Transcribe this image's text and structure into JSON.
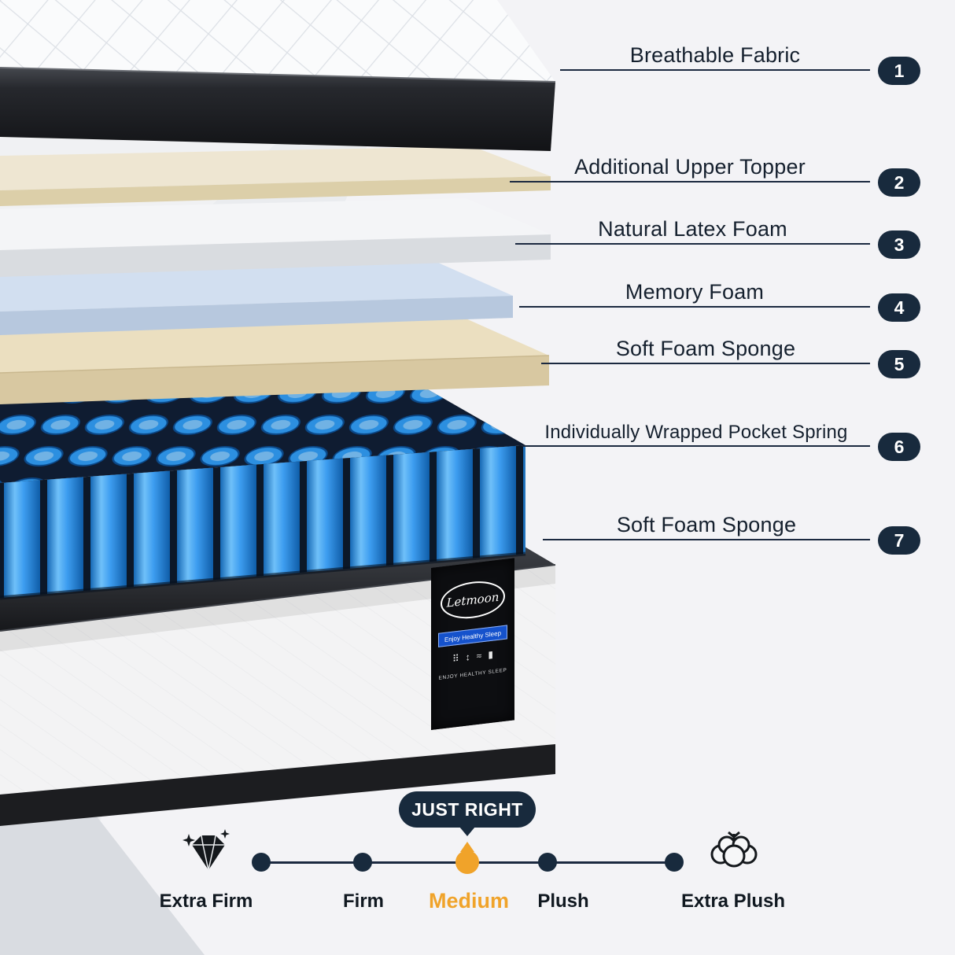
{
  "callouts": [
    {
      "num": "1",
      "label": "Breathable Fabric"
    },
    {
      "num": "2",
      "label": "Additional Upper Topper"
    },
    {
      "num": "3",
      "label": "Natural Latex Foam"
    },
    {
      "num": "4",
      "label": "Memory Foam"
    },
    {
      "num": "5",
      "label": "Soft Foam Sponge"
    },
    {
      "num": "6",
      "label": "Individually Wrapped Pocket Spring"
    },
    {
      "num": "7",
      "label": "Soft Foam Sponge"
    }
  ],
  "brand": {
    "name": "Letmoon",
    "tagline": "Enjoy Healthy Sleep",
    "label_icons": [
      "⠿",
      "↕",
      "≈",
      "▮"
    ],
    "footer": "ENJOY HEALTHY SLEEP"
  },
  "firmness": {
    "badge": "JUST RIGHT",
    "selected": "Medium",
    "options": [
      "Extra Firm",
      "Firm",
      "Medium",
      "Plush",
      "Extra Plush"
    ]
  },
  "icons": {
    "left_of_scale": "diamond-icon",
    "right_of_scale": "cotton-icon"
  },
  "colors": {
    "navy": "#182a3d",
    "orange": "#f0a32a",
    "spring_blue": "#2f9cf3",
    "memory_foam_blue": "#d2dff0",
    "foam_cream": "#ebdfc0",
    "line": "#1b2940"
  }
}
